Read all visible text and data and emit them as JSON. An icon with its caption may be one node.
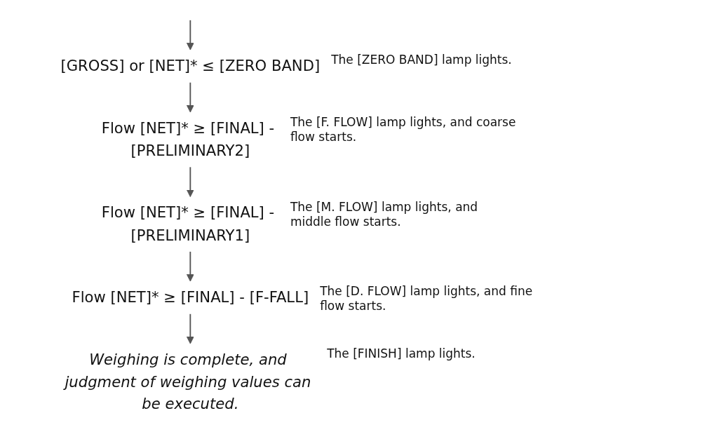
{
  "diagram": {
    "nodes": [
      {
        "text": [
          "[GROSS] or [NET]* ≤ [ZERO BAND]"
        ],
        "beside": [
          "The [ZERO BAND] lamp lights."
        ]
      },
      {
        "text": [
          "Flow [NET]* ≥ [FINAL] - [PRELIMINARY2]"
        ],
        "beside": [
          "The [F. FLOW] lamp lights, and coarse flow starts."
        ]
      },
      {
        "text": [
          "Flow [NET]* ≥ [FINAL] - [PRELIMINARY1]"
        ],
        "beside": [
          "The [M. FLOW] lamp lights, and middle flow starts."
        ]
      },
      {
        "text": [
          "Flow [NET]* ≥ [FINAL] - [F-FALL]"
        ],
        "beside": [
          "The [D. FLOW] lamp lights, and fine flow starts."
        ]
      },
      {
        "text": [
          "Weighing is complete, and judgment of weighing values can be executed."
        ],
        "beside": [
          "The [FINISH] lamp lights."
        ]
      }
    ],
    "edges": [
      {
        "from": null,
        "to": 0,
        "arrow": "to"
      },
      {
        "from": 0,
        "to": 1,
        "arrow": "to"
      },
      {
        "from": 1,
        "to": 2,
        "arrow": "to"
      },
      {
        "from": 2,
        "to": 3,
        "arrow": "to"
      },
      {
        "from": 3,
        "to": 4,
        "arrow": "to"
      }
    ]
  }
}
